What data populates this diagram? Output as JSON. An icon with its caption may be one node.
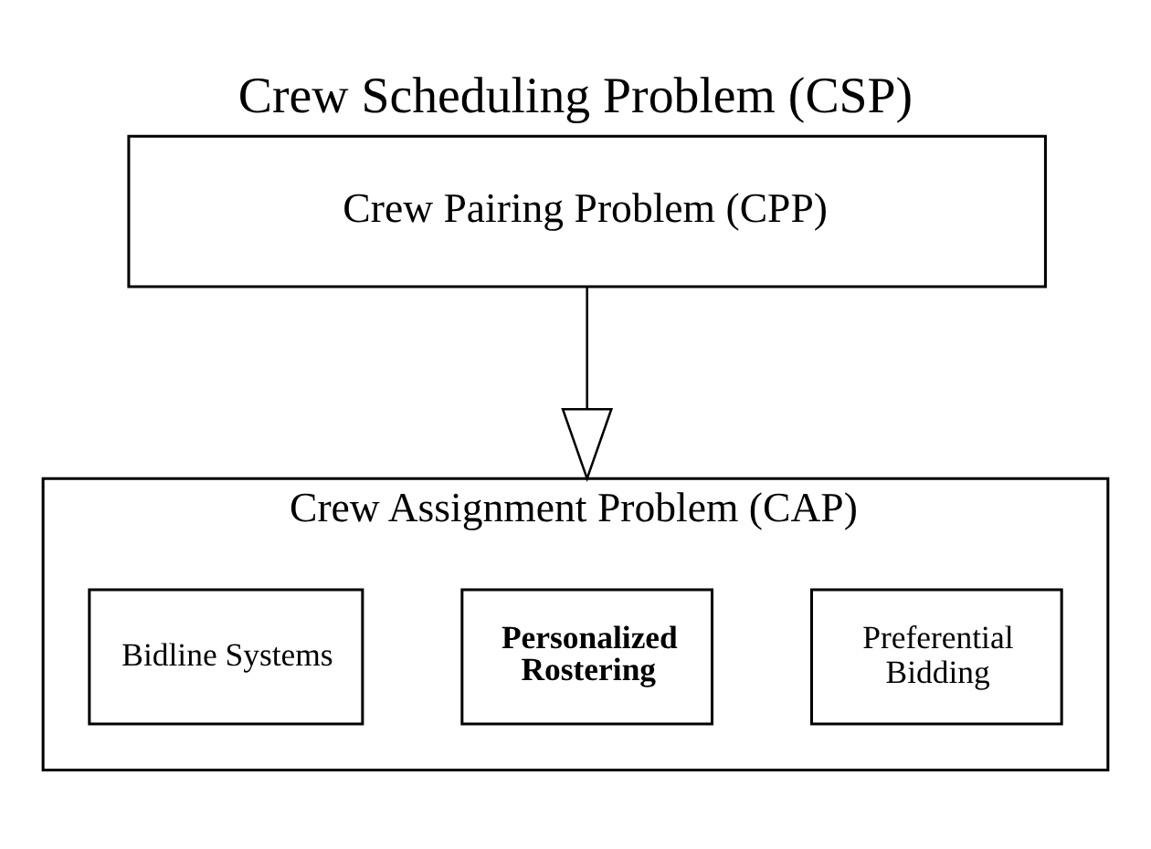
{
  "diagram": {
    "title": "Crew Scheduling Problem (CSP)",
    "nodes": [
      {
        "text": [
          "Crew Pairing Problem (CPP)"
        ]
      },
      {
        "text": [
          "Crew Assignment Problem (CAP)"
        ]
      },
      {
        "text": [
          "Bidline Systems"
        ],
        "in": 1
      },
      {
        "text": [
          "Personalized Rostering"
        ],
        "in": 1
      },
      {
        "text": [
          "Preferential Bidding"
        ],
        "in": 1
      }
    ],
    "edges": [
      {
        "from": 0,
        "to": 1,
        "arrow": "to"
      }
    ]
  }
}
